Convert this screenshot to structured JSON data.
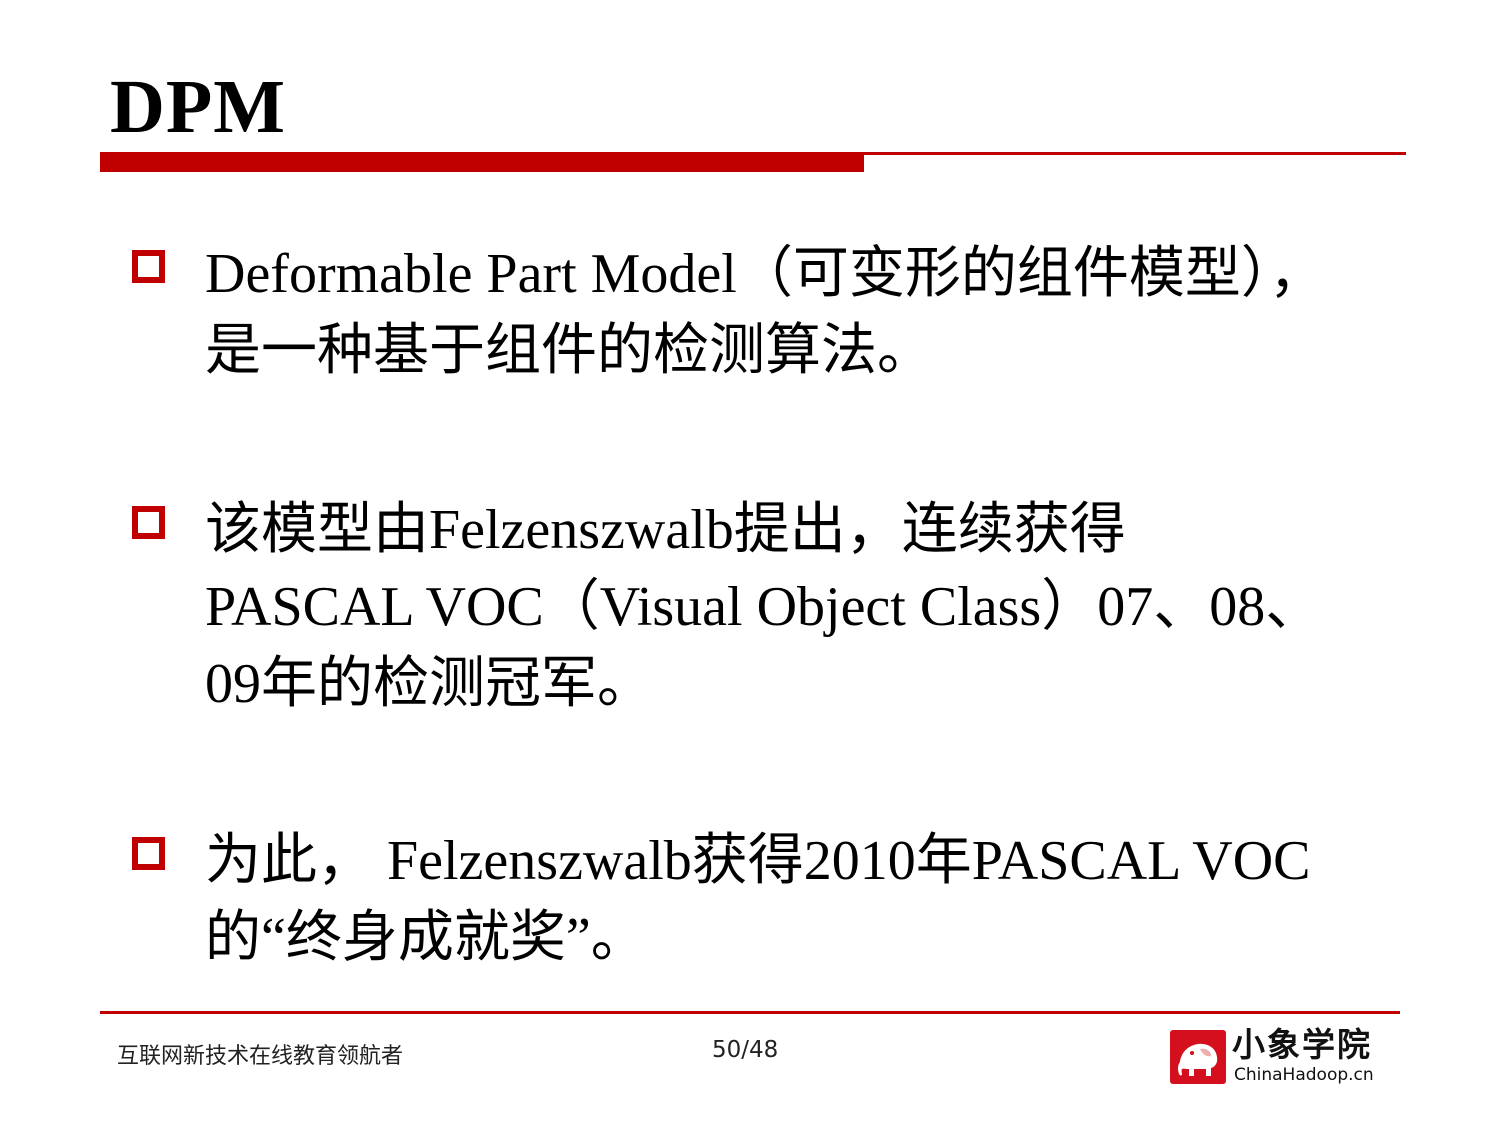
{
  "slide": {
    "title": "DPM"
  },
  "bullets": [
    {
      "text": "Deformable Part Model（可变形的组件模型），是一种基于组件的检测算法。"
    },
    {
      "text": "该模型由Felzenszwalb提出，连续获得PASCAL VOC（Visual Object Class）07、08、09年的检测冠军。"
    },
    {
      "text": "为此， Felzenszwalb获得2010年PASCAL VOC的“终身成就奖”。"
    }
  ],
  "footer": {
    "tagline": "互联网新技术在线教育领航者",
    "page_number": "50/48",
    "logo_name": "小象学院",
    "logo_url": "ChinaHadoop.cn"
  },
  "colors": {
    "accent": "#c00000"
  },
  "icons": {
    "bullet": "hollow-square-icon",
    "logo": "elephant-logo-icon"
  }
}
